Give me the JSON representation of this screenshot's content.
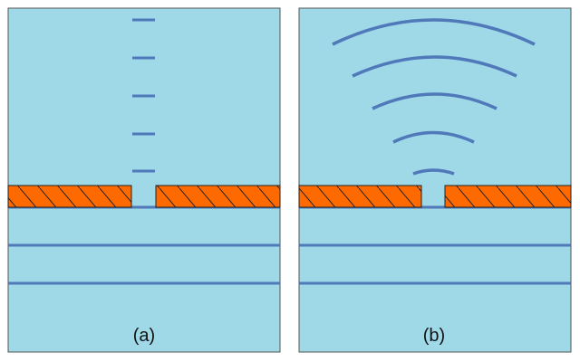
{
  "panels": [
    {
      "id": "a",
      "caption": "(a)",
      "wave": "plane"
    },
    {
      "id": "b",
      "caption": "(b)",
      "wave": "circular"
    }
  ],
  "colors": {
    "water": "#9fd9e8",
    "border": "#555555",
    "wave": "#4f79b9",
    "barrier": "#ff6a00",
    "hatch": "#222222"
  }
}
